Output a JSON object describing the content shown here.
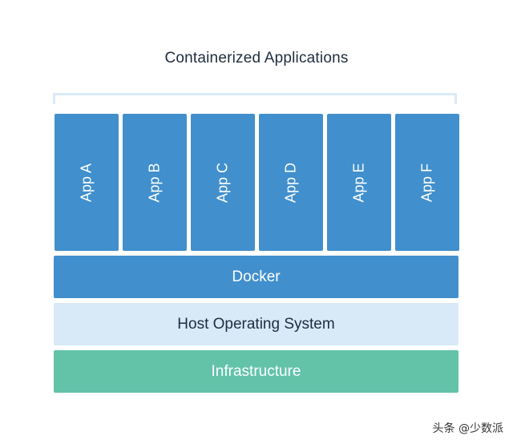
{
  "title": "Containerized Applications",
  "apps": [
    "App A",
    "App B",
    "App C",
    "App D",
    "App E",
    "App F"
  ],
  "layers": {
    "docker": "Docker",
    "host": "Host Operating System",
    "infrastructure": "Infrastructure"
  },
  "watermark": "头条 @少数派",
  "colors": {
    "app_blue": "#418fcd",
    "host_light_blue": "#d8e9f8",
    "infra_green": "#62c3a9",
    "text_dark": "#1f2d3d"
  }
}
